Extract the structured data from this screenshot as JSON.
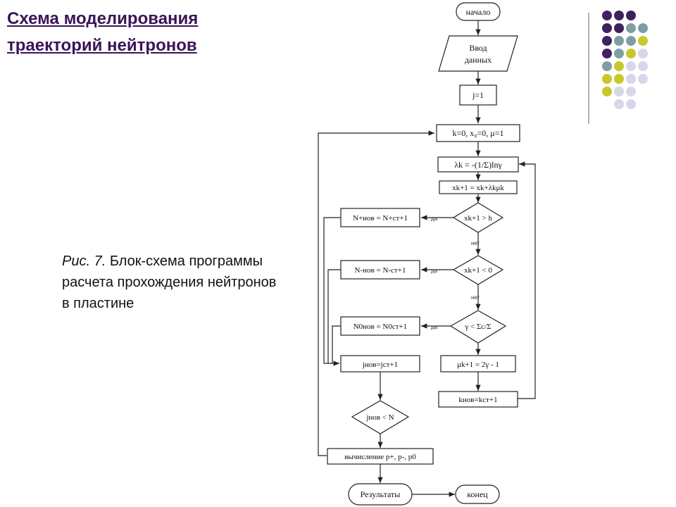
{
  "title": "Схема моделирования траекторий нейтронов",
  "caption": {
    "fig": "Рис. 7.",
    "text": " Блок-схема программы расчета прохождения нейтронов в пластине"
  },
  "decor_colors": [
    "#40215f",
    "#7f9ea4",
    "#c7c82c",
    "#d8d6ea"
  ],
  "flowchart": {
    "start": "начало",
    "input_l1": "Ввод",
    "input_l2": "данных",
    "j_init": "j=1",
    "k_init": "k=0, x₀=0, μ=1",
    "lambda": "λk = -(1/Σ)lnγ",
    "x_next": "xk+1 = xk+λkμk",
    "cond1": "xk+1 > h",
    "cond2": "xk+1 < 0",
    "cond3": "γ < Σc/Σ",
    "n_plus": "N+нов = N+ст+1",
    "n_minus": "N-нов = N-ст+1",
    "n_zero": "N0нов = N0ст+1",
    "j_next": "jнов=jст+1",
    "cond_j": "jнов < N",
    "mu_next": "μk+1 = 2γ - 1",
    "k_next": "kнов=kст+1",
    "compute": "вычисление p+, p-, p0",
    "results": "Результаты",
    "end": "конец",
    "yes": "да",
    "no": "нет"
  }
}
